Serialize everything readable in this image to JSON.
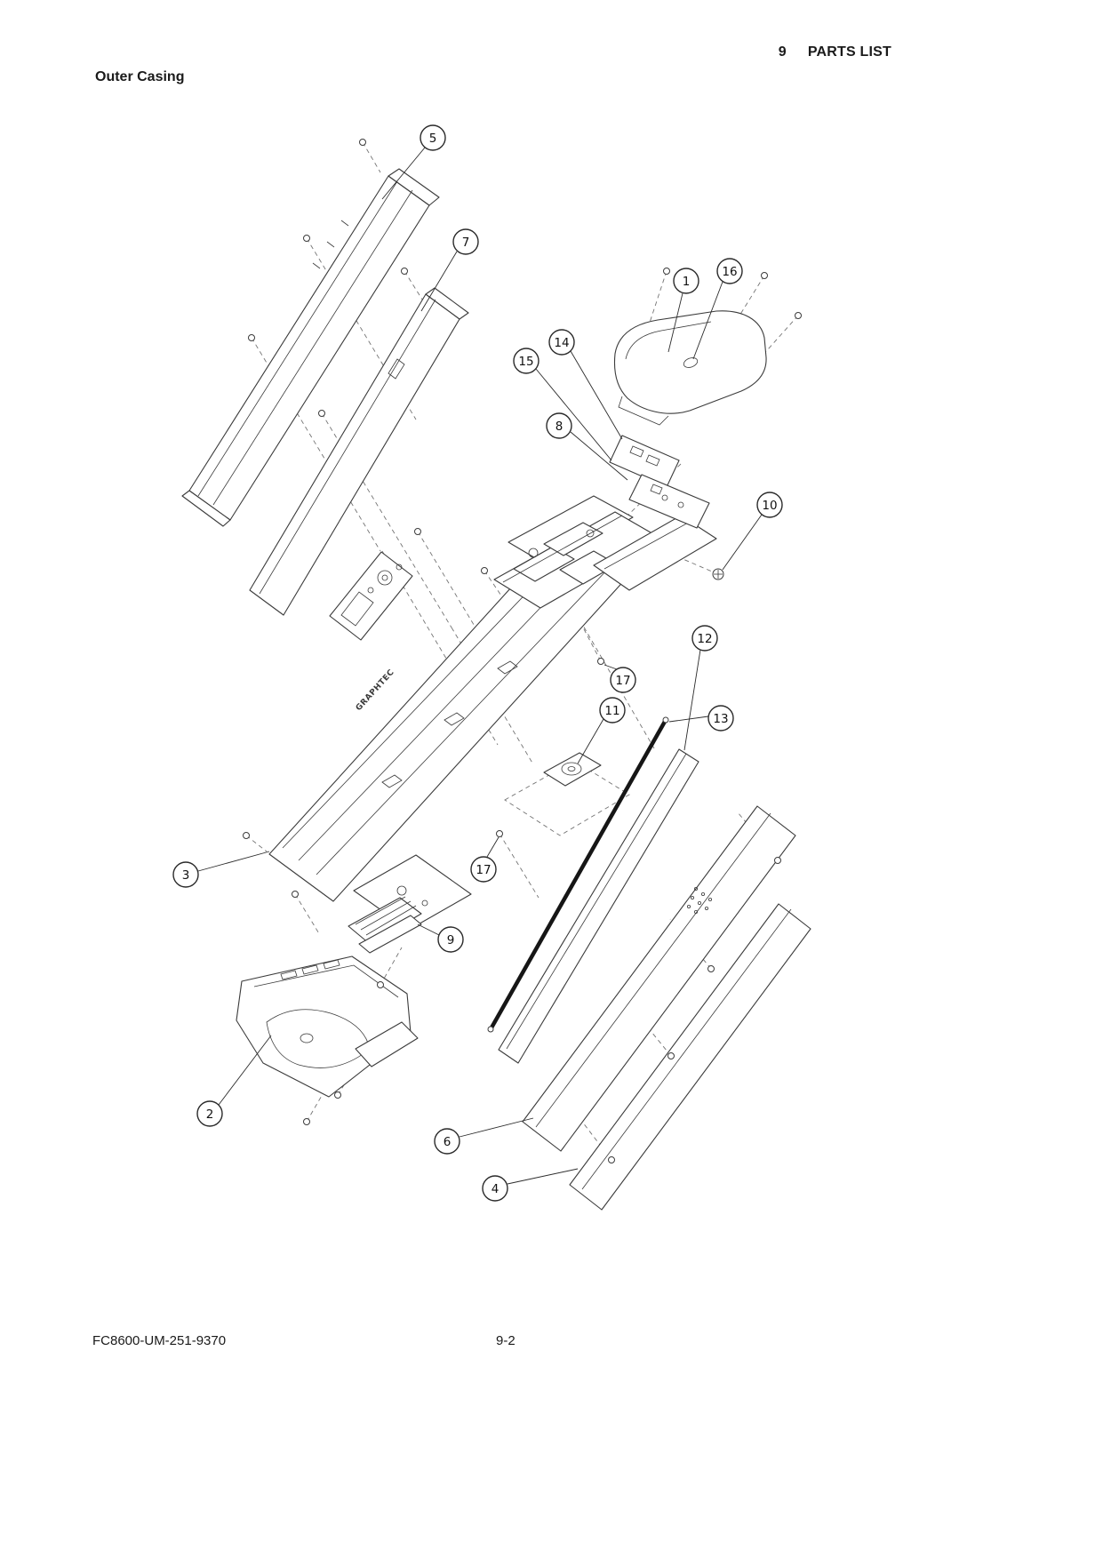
{
  "header": {
    "chapter_number": "9",
    "chapter_title": "PARTS LIST"
  },
  "section": {
    "title": "Outer Casing"
  },
  "footer": {
    "doc_number": "FC8600-UM-251-9370",
    "page_number": "9-2"
  },
  "diagram": {
    "machine_logo": "GRAPHTEC",
    "callouts": [
      {
        "label": "5"
      },
      {
        "label": "7"
      },
      {
        "label": "1"
      },
      {
        "label": "16"
      },
      {
        "label": "14"
      },
      {
        "label": "15"
      },
      {
        "label": "8"
      },
      {
        "label": "10"
      },
      {
        "label": "12"
      },
      {
        "label": "17"
      },
      {
        "label": "11"
      },
      {
        "label": "13"
      },
      {
        "label": "17"
      },
      {
        "label": "3"
      },
      {
        "label": "9"
      },
      {
        "label": "2"
      },
      {
        "label": "6"
      },
      {
        "label": "4"
      }
    ]
  }
}
